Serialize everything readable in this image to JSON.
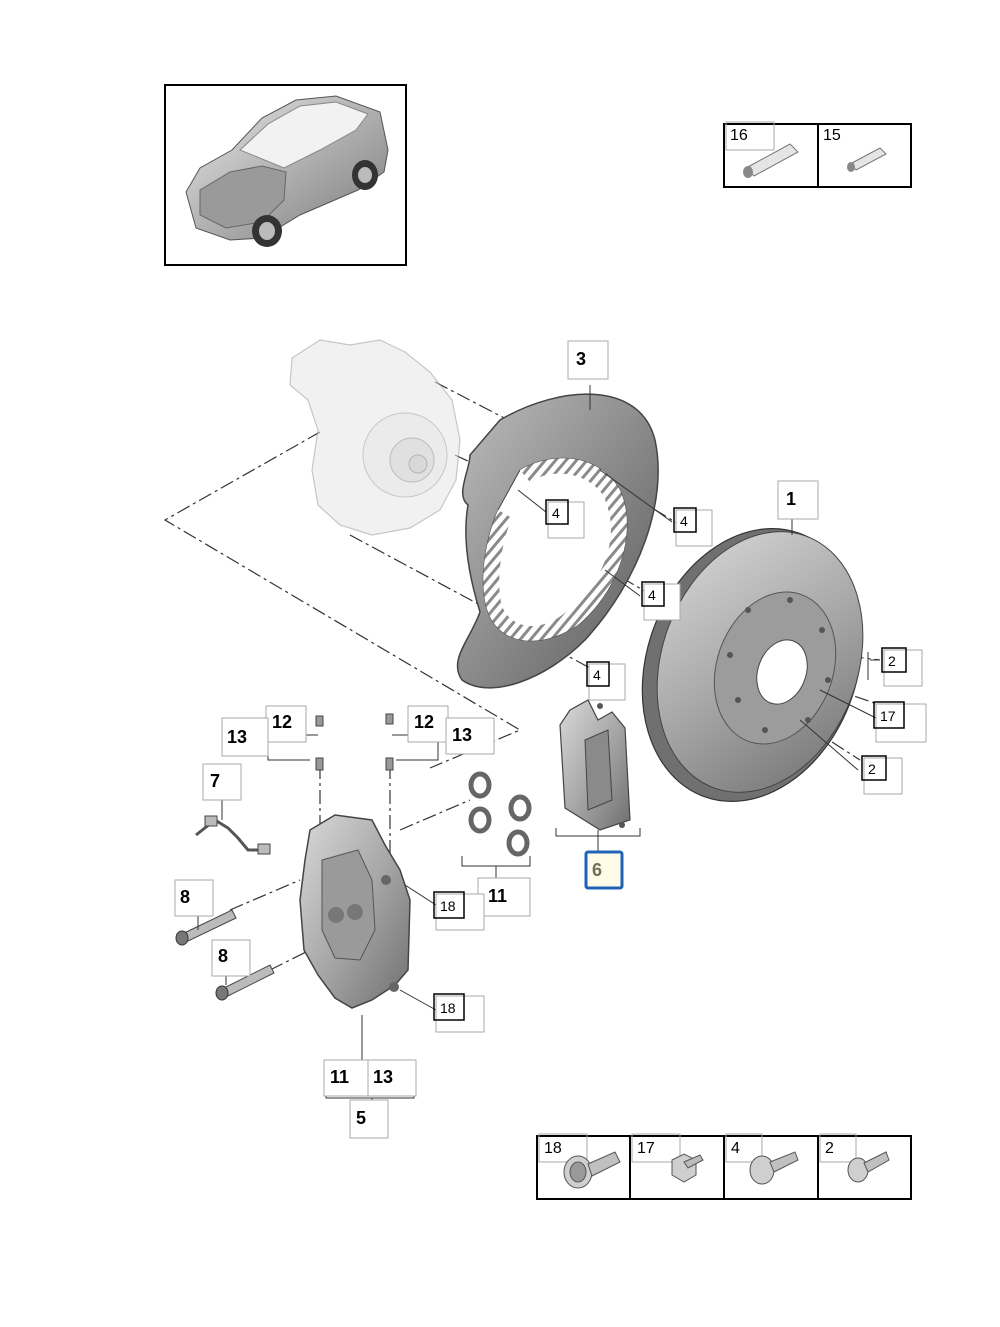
{
  "diagram": {
    "callouts": {
      "c1": "1",
      "c2a": "2",
      "c2b": "2",
      "c3": "3",
      "c4a": "4",
      "c4b": "4",
      "c4c": "4",
      "c4d": "4",
      "c5": "5",
      "c6": "6",
      "c7": "7",
      "c8a": "8",
      "c8b": "8",
      "c11a": "11",
      "c11b": "11",
      "c12a": "12",
      "c12b": "12",
      "c13a": "13",
      "c13b": "13",
      "c13c": "13",
      "c17": "17",
      "c18a": "18",
      "c18b": "18"
    },
    "selected_callout": "6",
    "accent_color": "#1f63b8",
    "selected_fill": "#fffbe6"
  },
  "legend_top": {
    "items": [
      {
        "number": "16",
        "icon": "grease-tube-large-icon"
      },
      {
        "number": "15",
        "icon": "grease-tube-small-icon"
      }
    ]
  },
  "legend_bottom": {
    "items": [
      {
        "number": "18",
        "icon": "splined-bolt-icon"
      },
      {
        "number": "17",
        "icon": "hex-bolt-icon"
      },
      {
        "number": "4",
        "icon": "torx-bolt-icon"
      },
      {
        "number": "2",
        "icon": "countersunk-screw-icon"
      }
    ]
  },
  "vehicle_thumbnail": {
    "icon": "suv-vehicle-icon"
  }
}
